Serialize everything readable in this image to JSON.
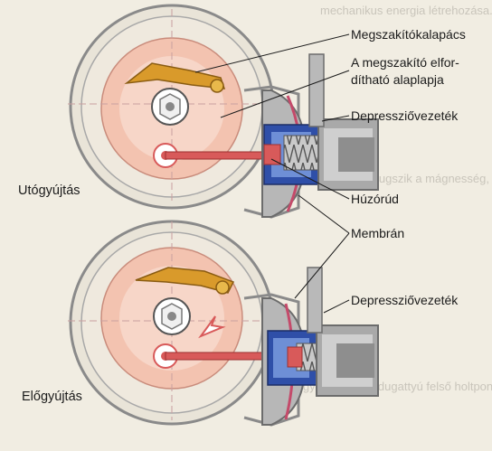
{
  "labels": {
    "breaker_cap": "Megszakítókalapács",
    "base_plate_line1": "A megszakító elfor-",
    "base_plate_line2": "dítható alaplapja",
    "vacuum_line_top": "Depressziővezeték",
    "pull_rod": "Húzórúd",
    "membrane": "Membrán",
    "vacuum_line_bottom": "Depressziővezeték"
  },
  "modes": {
    "retard": "Utógyújtás",
    "advance": "Előgyújtás"
  },
  "colors": {
    "paper": "#f1ede2",
    "disc": "#f3c3b0",
    "disc_inner": "#f7d6c8",
    "housing": "#9c9c9c",
    "chamber": "#2f4fa8",
    "chamber_light": "#6e8fd6",
    "rod": "#d85a5a",
    "breaker_arm": "#d99a2b",
    "membrane": "#c44a6a"
  }
}
